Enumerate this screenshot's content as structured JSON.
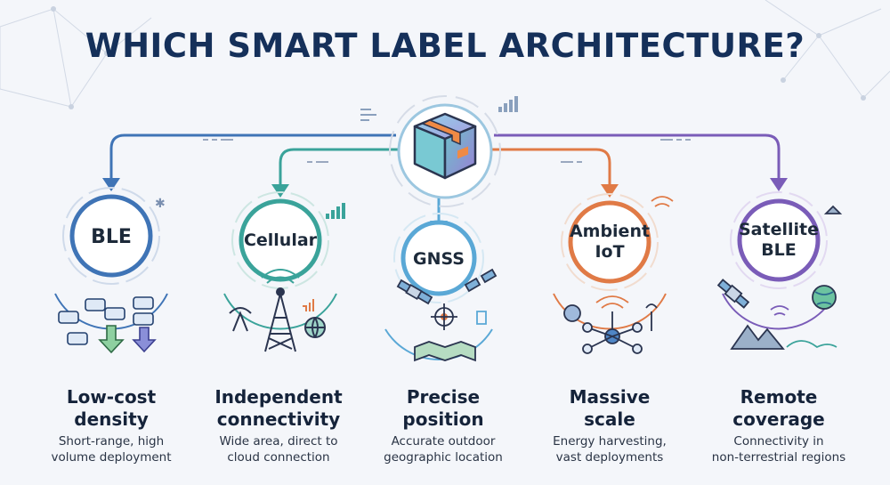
{
  "title": "WHICH SMART LABEL ARCHITECTURE?",
  "colors": {
    "ble": "#3f74b6",
    "cellular": "#3aa39a",
    "gnss": "#5aa8d6",
    "ambient": "#e07a46",
    "satellite": "#7a5cb8",
    "title": "#15305a"
  },
  "hub_icon": "package-box-icon",
  "options": [
    {
      "name": "BLE",
      "heading_l1": "Low-cost",
      "heading_l2": "density",
      "desc_l1": "Short-range, high",
      "desc_l2": "volume deployment",
      "icon": "bluetooth-tags-icon"
    },
    {
      "name": "Cellular",
      "heading_l1": "Independent",
      "heading_l2": "connectivity",
      "desc_l1": "Wide area, direct to",
      "desc_l2": "cloud connection",
      "icon": "cell-tower-icon"
    },
    {
      "name": "GNSS",
      "heading_l1": "Precise",
      "heading_l2": "position",
      "desc_l1": "Accurate outdoor",
      "desc_l2": "geographic location",
      "icon": "satellite-target-map-icon"
    },
    {
      "name_l1": "Ambient",
      "name_l2": "IoT",
      "heading_l1": "Massive",
      "heading_l2": "scale",
      "desc_l1": "Energy harvesting,",
      "desc_l2": "vast deployments",
      "icon": "energy-network-icon"
    },
    {
      "name_l1": "Satellite",
      "name_l2": "BLE",
      "heading_l1": "Remote",
      "heading_l2": "coverage",
      "desc_l1": "Connectivity in",
      "desc_l2": "non-terrestrial regions",
      "icon": "satellite-globe-icon"
    }
  ]
}
